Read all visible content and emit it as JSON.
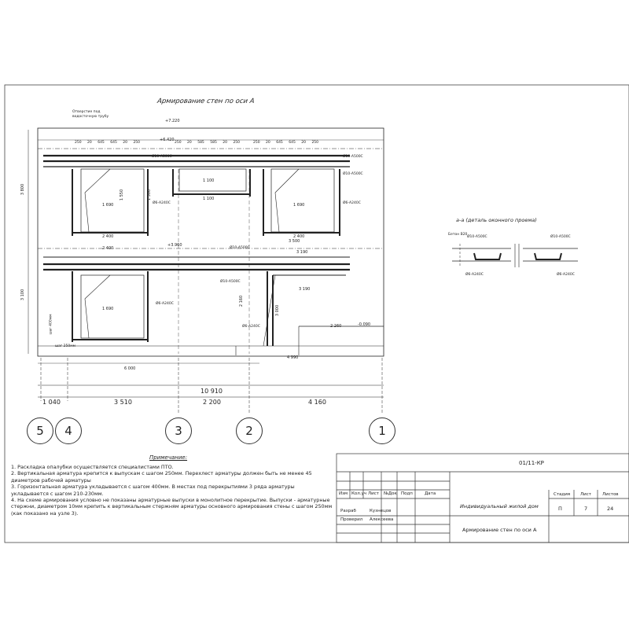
{
  "drawing": {
    "title": "Армирование стен по оси А",
    "section_title": "а-а (деталь оконного проема)",
    "labels": {
      "opening_note": "Отверстие под водосточную трубу",
      "elev_top": "+7.220",
      "elev_mid": "+3.960",
      "elev_low": "-0.090",
      "elev_a": "+6.420",
      "rebar_a500": "Ø10-А500С",
      "rebar_a240": "Ø6-А240С",
      "beton": "Бетон В20",
      "step": "шаг 250мм",
      "step2": "шаг 400мм",
      "dim_2400a": "2 400",
      "dim_2400b": "2 400",
      "dim_2400c": "2 400",
      "dim_2400d": "2 400",
      "dim_1100": "1 100",
      "dim_1690": "1 690",
      "dim_3500": "3 500",
      "dim_3190": "3 190",
      "dim_6000": "6 000",
      "dim_4990": "4 990",
      "dim_2260": "2 260",
      "dim_3800": "3 800",
      "dim_3100": "3 100",
      "dim_2160": "2 160",
      "dim_3000": "3 000",
      "dim_1550": "1 550",
      "dim_1100b": "1 100",
      "dim_1300": "1 300"
    },
    "top_dims": [
      "250",
      "20",
      "645",
      "645",
      "20",
      "250",
      "250",
      "20",
      "585",
      "585",
      "20",
      "250",
      "250",
      "20",
      "645",
      "645",
      "20",
      "250"
    ]
  },
  "axes": {
    "total": "10 910",
    "spans": [
      "1 040",
      "3 510",
      "2 200",
      "4 160"
    ],
    "labels": [
      "5",
      "4",
      "3",
      "2",
      "1"
    ]
  },
  "notes": {
    "heading": "Примечание:",
    "items": [
      "1. Раскладка опалубки осуществляется специалистами ПТО.",
      "2. Вертикальная арматура крепится к выпускам с шагом 250мм. Перехлест арматуры должен быть не менее 45 диаметров рабочей арматуры",
      "3. Горизонтальная арматура укладывается с шагом 400мм. В местах под перекрытиями 3 ряда арматуры укладывается с шагом 210-230мм.",
      "4. На схеме армирования условно не показаны арматурные выпуски в монолитное перекрытие. Выпуски - арматурные стержни, диаметром 10мм крепить к вертикальным стержням арматуры основного армирования стены с шагом 250мм (как показано на узле 3)."
    ]
  },
  "title_block": {
    "code": "01/11-КР",
    "project": "Индивидуальный жилой дом",
    "sheet_name": "Армирование стен по оси А",
    "cols": [
      "Изм",
      "Кол.уч",
      "Лист",
      "№Док",
      "Подп",
      "Дата"
    ],
    "stage_label": "Стадия",
    "sheet_label": "Лист",
    "sheets_label": "Листов",
    "stage": "П",
    "sheet": "7",
    "sheets": "24",
    "role1": "Разраб",
    "name1": "Кузнецов",
    "role2": "Проверил",
    "name2": "Алексеева"
  }
}
